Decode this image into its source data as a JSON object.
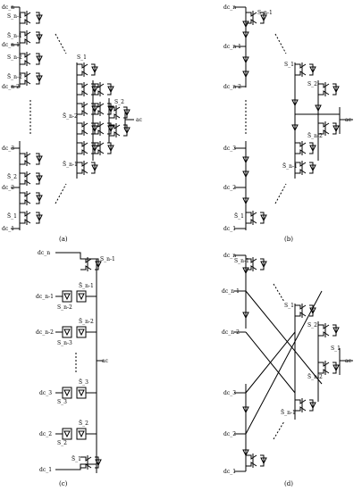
{
  "panels": [
    {
      "id": "a",
      "caption": "(a)",
      "ac_label": "ac",
      "dc_labels": [
        "dc_n",
        "dc_n-1",
        "dc_n-2",
        "dc_3",
        "dc_2",
        "dc_1"
      ],
      "switch_labels": [
        "S_n-1",
        "S̄_n-1",
        "S_n-2",
        "S̄_n-2",
        "S_1",
        "S_2",
        "S̄_n-2",
        "S̄_n-1",
        "S̄_1",
        "S̄_2",
        "S_2",
        "S_1"
      ]
    },
    {
      "id": "b",
      "caption": "(b)",
      "ac_label": "ac",
      "dc_labels": [
        "dc_n",
        "dc_n-1",
        "dc_n-2",
        "dc_3",
        "dc_2",
        "dc_1"
      ],
      "switch_labels": [
        "S_n-1",
        "S_1",
        "S_2",
        "S̄_n-2",
        "S̄_n-1",
        "S̄_1"
      ]
    },
    {
      "id": "c",
      "caption": "(c)",
      "ac_label": "ac",
      "dc_labels": [
        "dc_n",
        "dc_n-1",
        "dc_n-2",
        "dc_3",
        "dc_2",
        "dc_1"
      ],
      "switch_labels": [
        "S_n-1",
        "S̄_n-1",
        "S_n-2",
        "S̄_n-2",
        "S_n-3",
        "S̄_3",
        "S_3",
        "S̄_2",
        "S_2",
        "S̄_1"
      ]
    },
    {
      "id": "d",
      "caption": "(d)",
      "ac_label": "ac",
      "dc_labels": [
        "dc_n",
        "dc_n-1",
        "dc_n-2",
        "dc_3",
        "dc_2",
        "dc_1"
      ],
      "switch_labels": [
        "S_n-1",
        "S_1",
        "S_2",
        "S_1",
        "S̄_n-2",
        "S̄_n-1"
      ]
    }
  ]
}
